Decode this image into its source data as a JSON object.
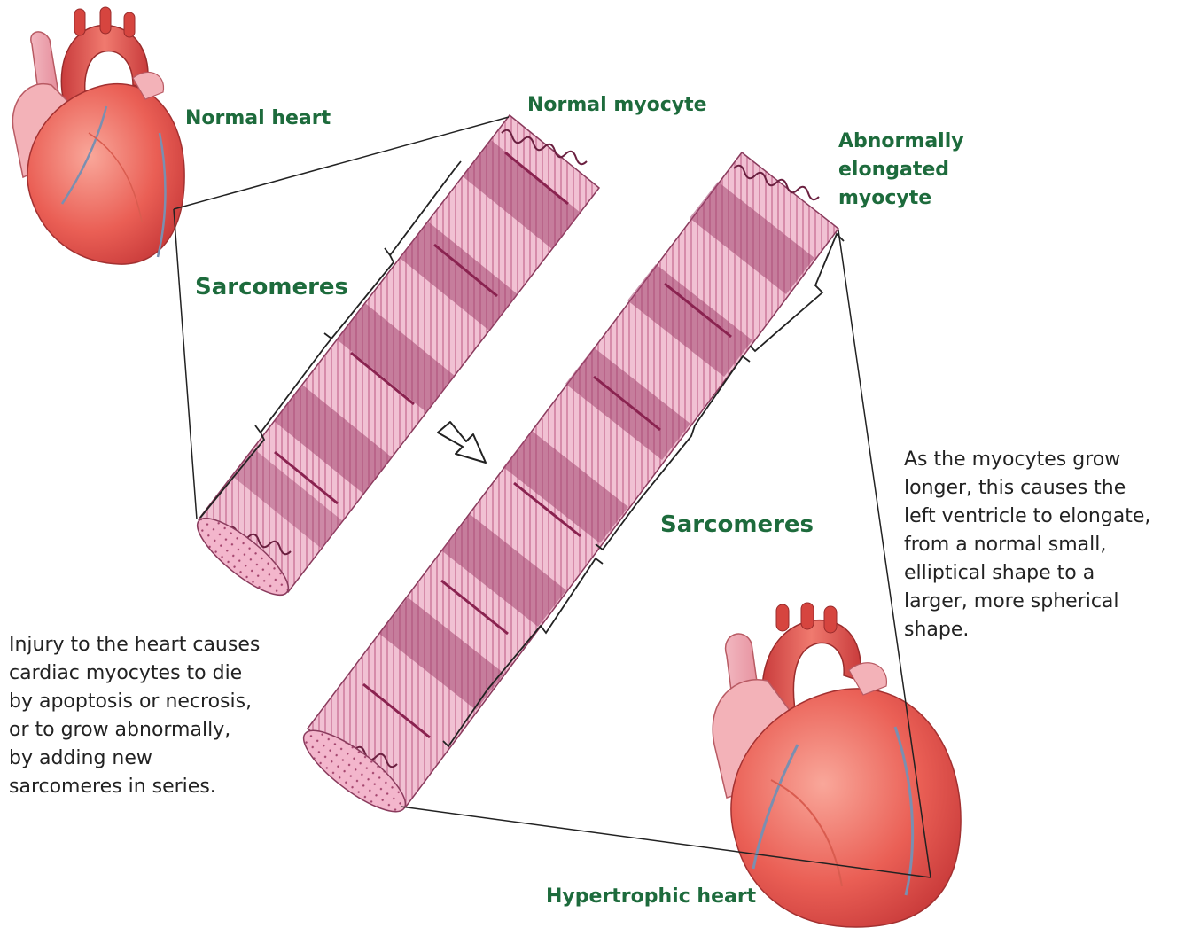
{
  "labels": {
    "normal_heart": "Normal heart",
    "normal_myocyte": "Normal myocyte",
    "abnormal_myocyte": [
      "Abnormally",
      "elongated",
      "myocyte"
    ],
    "sarcomeres_left": "Sarcomeres",
    "sarcomeres_right": "Sarcomeres",
    "hypertrophic_heart": "Hypertrophic heart"
  },
  "captions": {
    "injury": [
      "Injury to the heart causes",
      "cardiac myocytes to die",
      "by apoptosis or necrosis,",
      "or to grow abnormally,",
      "by adding new",
      "sarcomeres in series."
    ],
    "elongation": [
      "As the myocytes grow",
      "longer, this causes the",
      "left ventricle to elongate,",
      "from a normal small,",
      "elliptical shape to a",
      "larger, more spherical",
      "shape."
    ]
  },
  "icons": {
    "normal_heart": "heart-illustration",
    "hypertrophic_heart": "enlarged-heart-illustration",
    "progression_arrow": "arrow-down-right-icon"
  },
  "colors": {
    "label_green": "#1d6b3c",
    "myocyte_fill": "#f1c1d3",
    "band_dark": "#a2456f",
    "heart_red": "#e8574f",
    "outline": "#222222"
  }
}
